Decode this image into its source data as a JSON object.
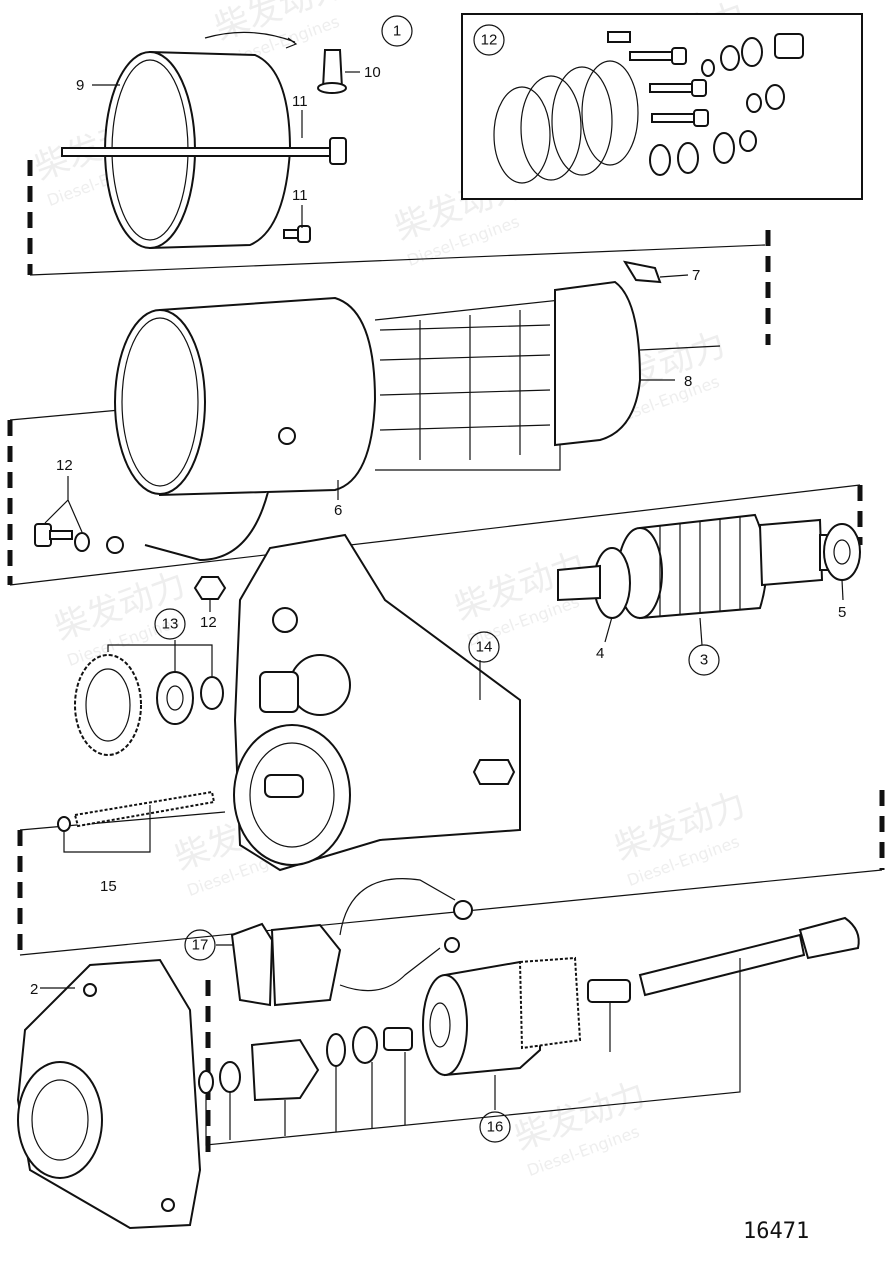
{
  "drawing": {
    "number": "16471",
    "watermark_brand": "柴发动力",
    "watermark_sub": "Diesel-Engines"
  },
  "callouts": {
    "c1": "1",
    "c2": "2",
    "c3": "3",
    "c4": "4",
    "c5": "5",
    "c6": "6",
    "c7": "7",
    "c8": "8",
    "c9": "9",
    "c10": "10",
    "c11a": "11",
    "c11b": "11",
    "c12a": "12",
    "c12b": "12",
    "c12c": "12",
    "c13": "13",
    "c14": "14",
    "c15": "15",
    "c16": "16",
    "c17": "17"
  },
  "colors": {
    "line": "#111111",
    "background": "#ffffff",
    "watermark": "#cfcfcf"
  }
}
